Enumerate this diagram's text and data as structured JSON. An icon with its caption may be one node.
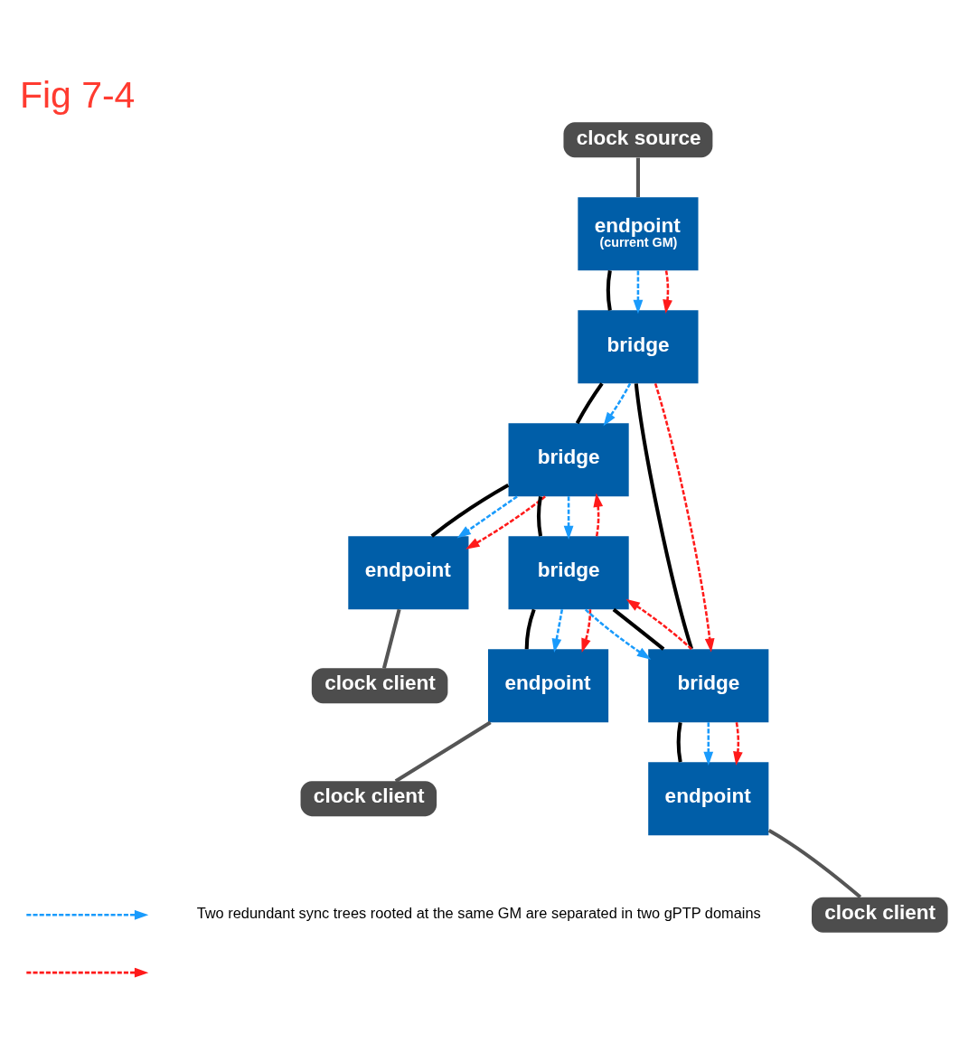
{
  "diagram": {
    "title": "Fig 7-4",
    "nodes": [
      {
        "text": [
          "clock source"
        ]
      },
      {
        "text": [
          "endpoint",
          "(current GM)"
        ]
      },
      {
        "text": [
          "bridge"
        ]
      },
      {
        "text": [
          "bridge"
        ]
      },
      {
        "text": [
          "endpoint"
        ]
      },
      {
        "text": [
          "clock client"
        ]
      },
      {
        "text": [
          "bridge"
        ]
      },
      {
        "text": [
          "endpoint"
        ]
      },
      {
        "text": [
          "clock client"
        ]
      },
      {
        "text": [
          "bridge"
        ]
      },
      {
        "text": [
          "endpoint"
        ]
      },
      {
        "text": [
          "clock client"
        ]
      }
    ],
    "edges": [
      {
        "from": 0,
        "to": 1,
        "arrow": "none",
        "color": "#555555"
      },
      {
        "from": 1,
        "to": 2,
        "arrow": "none"
      },
      {
        "from": 1,
        "to": 2,
        "arrow": "to",
        "style": "dashed",
        "color": "#1a9bfc"
      },
      {
        "from": 1,
        "to": 2,
        "arrow": "to",
        "style": "dashed",
        "color": "#ff1a1a"
      },
      {
        "from": 2,
        "to": 3,
        "arrow": "none"
      },
      {
        "from": 2,
        "to": 3,
        "arrow": "to",
        "style": "dashed",
        "color": "#1a9bfc"
      },
      {
        "from": 2,
        "to": 9,
        "arrow": "none"
      },
      {
        "from": 2,
        "to": 9,
        "arrow": "to",
        "style": "dashed",
        "color": "#ff1a1a"
      },
      {
        "from": 3,
        "to": 4,
        "arrow": "none"
      },
      {
        "from": 3,
        "to": 4,
        "arrow": "to",
        "style": "dashed",
        "color": "#1a9bfc"
      },
      {
        "from": 3,
        "to": 4,
        "arrow": "to",
        "style": "dashed",
        "color": "#ff1a1a"
      },
      {
        "from": 3,
        "to": 6,
        "arrow": "none"
      },
      {
        "from": 3,
        "to": 6,
        "arrow": "to",
        "style": "dashed",
        "color": "#1a9bfc"
      },
      {
        "from": 6,
        "to": 3,
        "arrow": "to",
        "style": "dashed",
        "color": "#ff1a1a"
      },
      {
        "from": 4,
        "to": 5,
        "arrow": "none",
        "color": "#555555"
      },
      {
        "from": 6,
        "to": 7,
        "arrow": "none"
      },
      {
        "from": 6,
        "to": 7,
        "arrow": "to",
        "style": "dashed",
        "color": "#1a9bfc"
      },
      {
        "from": 6,
        "to": 7,
        "arrow": "to",
        "style": "dashed",
        "color": "#ff1a1a"
      },
      {
        "from": 7,
        "to": 8,
        "arrow": "none",
        "color": "#555555"
      },
      {
        "from": 9,
        "to": 6,
        "arrow": "none"
      },
      {
        "from": 9,
        "to": 6,
        "arrow": "to",
        "style": "dashed",
        "color": "#ff1a1a"
      },
      {
        "from": 6,
        "to": 9,
        "arrow": "to",
        "style": "dashed",
        "color": "#1a9bfc"
      },
      {
        "from": 9,
        "to": 10,
        "arrow": "none"
      },
      {
        "from": 9,
        "to": 10,
        "arrow": "to",
        "style": "dashed",
        "color": "#1a9bfc"
      },
      {
        "from": 9,
        "to": 10,
        "arrow": "to",
        "style": "dashed",
        "color": "#ff1a1a"
      },
      {
        "from": 10,
        "to": 11,
        "arrow": "none",
        "color": "#555555"
      }
    ],
    "legend": [
      {
        "text": "Two redundant sync trees rooted at the same GM are separated in two gPTP domains"
      }
    ]
  }
}
